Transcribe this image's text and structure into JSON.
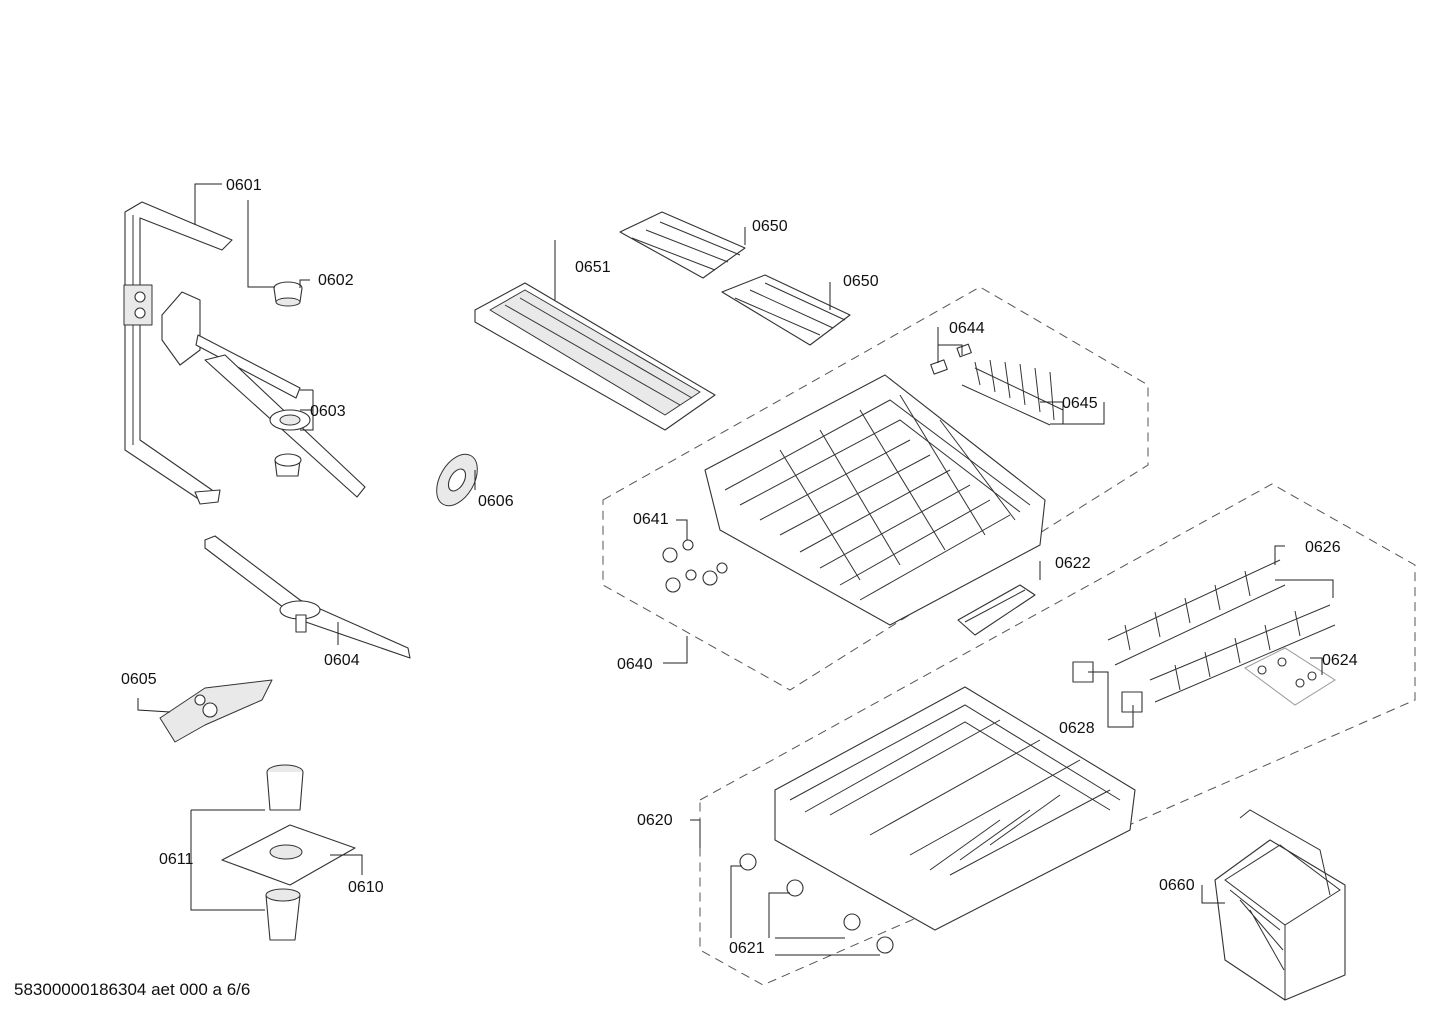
{
  "labels": {
    "p0601": "0601",
    "p0602": "0602",
    "p0603": "0603",
    "p0604": "0604",
    "p0605": "0605",
    "p0606": "0606",
    "p0610": "0610",
    "p0611": "0611",
    "p0620": "0620",
    "p0621": "0621",
    "p0622": "0622",
    "p0624": "0624",
    "p0626": "0626",
    "p0628": "0628",
    "p0640": "0640",
    "p0641": "0641",
    "p0644": "0644",
    "p0645": "0645",
    "p0650a": "0650",
    "p0650b": "0650",
    "p0651": "0651",
    "p0660": "0660"
  },
  "footer": "58300000186304 aet 000 a 6/6"
}
